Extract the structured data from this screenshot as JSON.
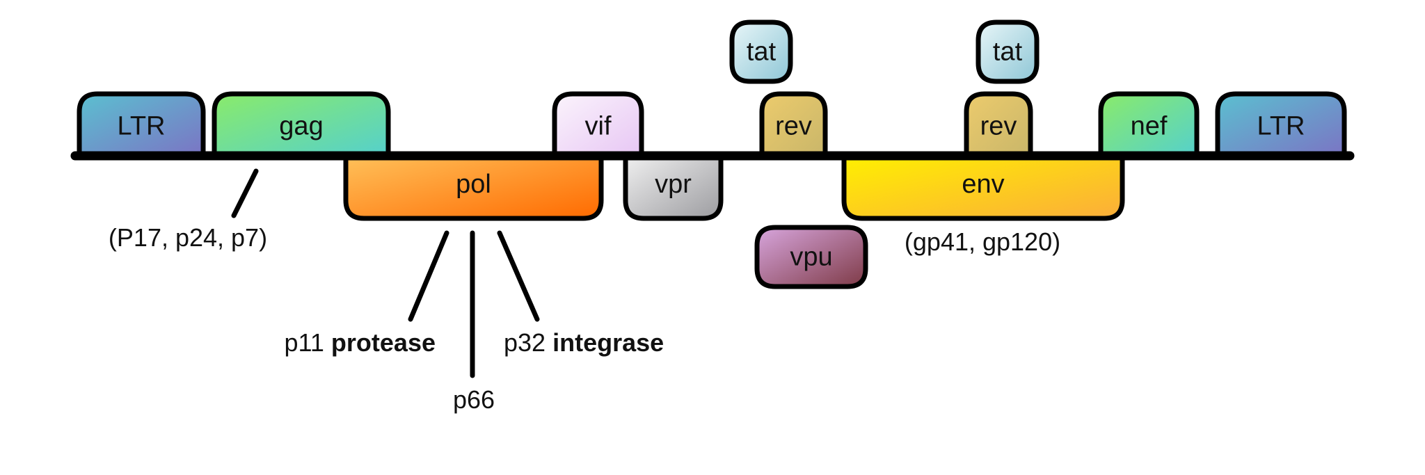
{
  "diagram": {
    "title": "HIV genome organization",
    "genes": [
      {
        "id": "ltr-left",
        "label": "LTR",
        "row": "top",
        "colors": [
          "#5bc0d0",
          "#7b74c4"
        ]
      },
      {
        "id": "gag",
        "label": "gag",
        "row": "top",
        "colors": [
          "#8aeb6a",
          "#55d0cc"
        ]
      },
      {
        "id": "pol",
        "label": "pol",
        "row": "bottom",
        "colors": [
          "#ffc15a",
          "#ff6a00"
        ]
      },
      {
        "id": "vif",
        "label": "vif",
        "row": "top",
        "colors": [
          "#fbf4fc",
          "#e7c6f4"
        ]
      },
      {
        "id": "vpr",
        "label": "vpr",
        "row": "bottom",
        "colors": [
          "#f0f0f0",
          "#9c9ca0"
        ]
      },
      {
        "id": "tat-1",
        "label": "tat",
        "row": "upper",
        "colors": [
          "#e8f6f8",
          "#8ec6d6"
        ]
      },
      {
        "id": "rev-1",
        "label": "rev",
        "row": "top",
        "colors": [
          "#eccb6c",
          "#c9b66a"
        ]
      },
      {
        "id": "vpu",
        "label": "vpu",
        "row": "lower",
        "colors": [
          "#d8a6de",
          "#7e3a46"
        ]
      },
      {
        "id": "env",
        "label": "env",
        "row": "bottom",
        "colors": [
          "#fff000",
          "#fbad3a"
        ]
      },
      {
        "id": "tat-2",
        "label": "tat",
        "row": "upper",
        "colors": [
          "#e8f6f8",
          "#8ec6d6"
        ]
      },
      {
        "id": "rev-2",
        "label": "rev",
        "row": "top",
        "colors": [
          "#eccb6c",
          "#c9b66a"
        ]
      },
      {
        "id": "nef",
        "label": "nef",
        "row": "top",
        "colors": [
          "#8aeb6a",
          "#55d0cc"
        ]
      },
      {
        "id": "ltr-right",
        "label": "LTR",
        "row": "top",
        "colors": [
          "#5bc0d0",
          "#7b74c4"
        ]
      }
    ],
    "annotations": {
      "gag_products": "(P17, p24, p7)",
      "env_products": "(gp41, gp120)",
      "pol_p11_prefix": "p11",
      "pol_p11_name": "protease",
      "pol_p66": "p66",
      "pol_p32_prefix": "p32",
      "pol_p32_name": "integrase"
    },
    "line_color": "#000000"
  }
}
